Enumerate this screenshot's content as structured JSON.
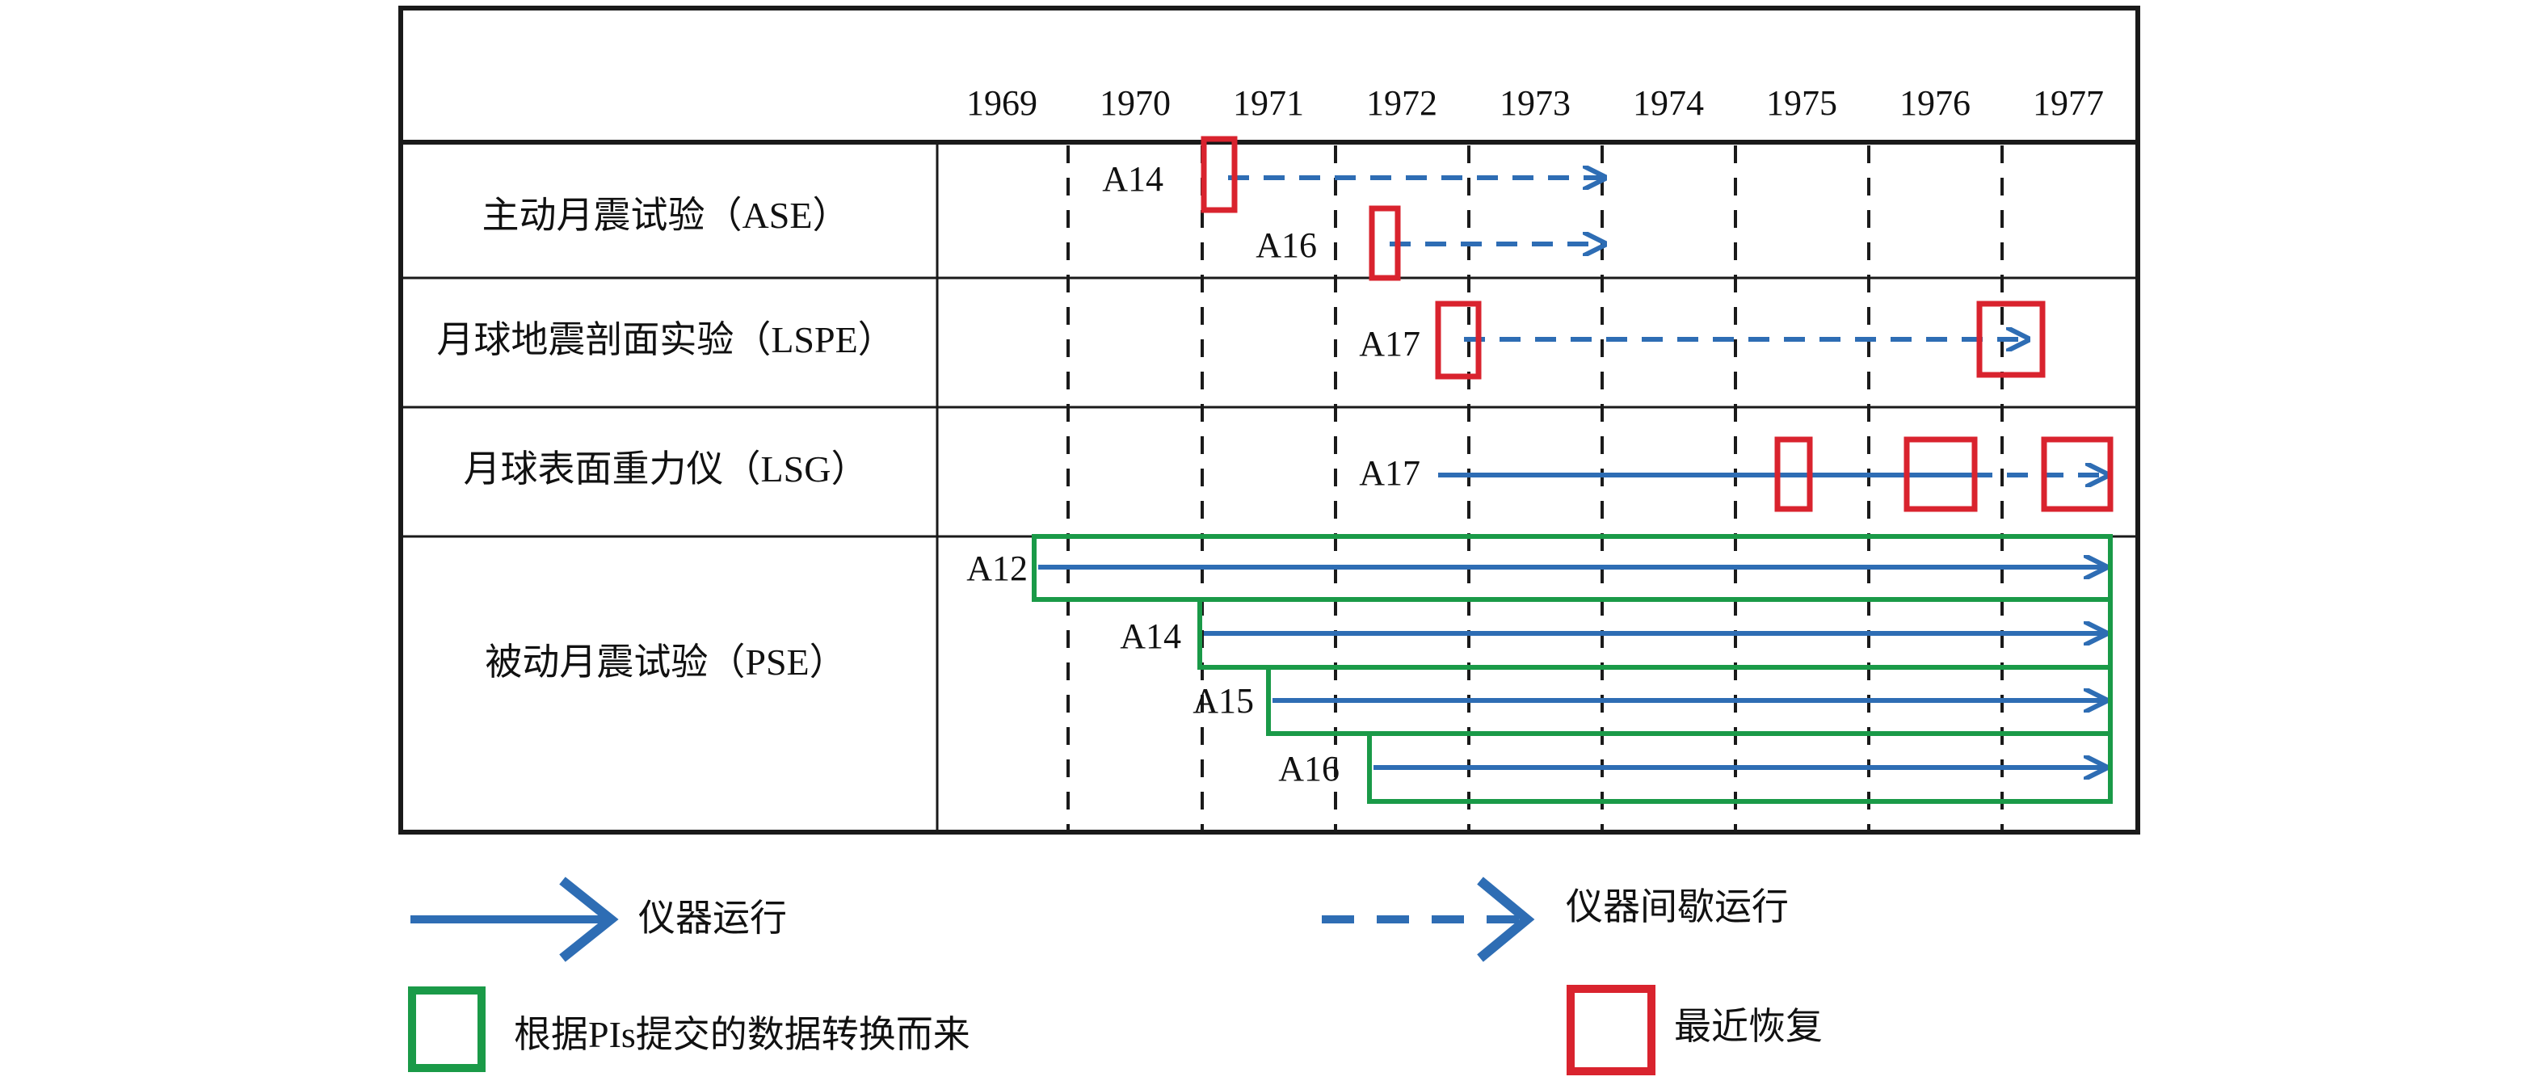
{
  "years": [
    "1969",
    "1970",
    "1971",
    "1972",
    "1973",
    "1974",
    "1975",
    "1976",
    "1977"
  ],
  "rows": [
    {
      "label": "主动月震试验（ASE）",
      "bars": [
        {
          "mission": "A14",
          "start": 1970.85,
          "end": 1973.8,
          "style": "dashed",
          "recovered": [
            1970.85
          ]
        },
        {
          "mission": "A16",
          "start": 1972.2,
          "end": 1973.8,
          "style": "dashed",
          "recovered": [
            1972.2
          ]
        }
      ]
    },
    {
      "label": "月球地震剖面实验（LSPE）",
      "bars": [
        {
          "mission": "A17",
          "start": 1972.9,
          "end": 1977.2,
          "style": "dashed",
          "recovered": [
            1972.9,
            1977.2
          ]
        }
      ]
    },
    {
      "label": "月球表面重力仪（LSG）",
      "bars": [
        {
          "mission": "A17",
          "start": 1972.7,
          "end": 1977.8,
          "style": "solid_then_dashed",
          "recovered": [
            1975.45,
            1976.55,
            1977.7
          ]
        }
      ]
    },
    {
      "label": "被动月震试验（PSE）",
      "bars": [
        {
          "mission": "A12",
          "start": 1969.75,
          "end": 1977.75,
          "style": "solid",
          "converted": true
        },
        {
          "mission": "A14",
          "start": 1971.0,
          "end": 1977.75,
          "style": "solid",
          "converted": true
        },
        {
          "mission": "A15",
          "start": 1971.5,
          "end": 1977.75,
          "style": "solid",
          "converted": true
        },
        {
          "mission": "A16",
          "start": 1972.25,
          "end": 1977.75,
          "style": "solid",
          "converted": true
        }
      ]
    }
  ],
  "legend": {
    "solid_arrow": "仪器运行",
    "dashed_arrow": "仪器间歇运行",
    "green_box": "根据PIs提交的数据转换而来",
    "red_box": "最近恢复"
  },
  "colors": {
    "arrow": "#2e6db4",
    "recovered": "#d9232e",
    "converted": "#1a9a48",
    "frame": "#1a1a1a"
  }
}
